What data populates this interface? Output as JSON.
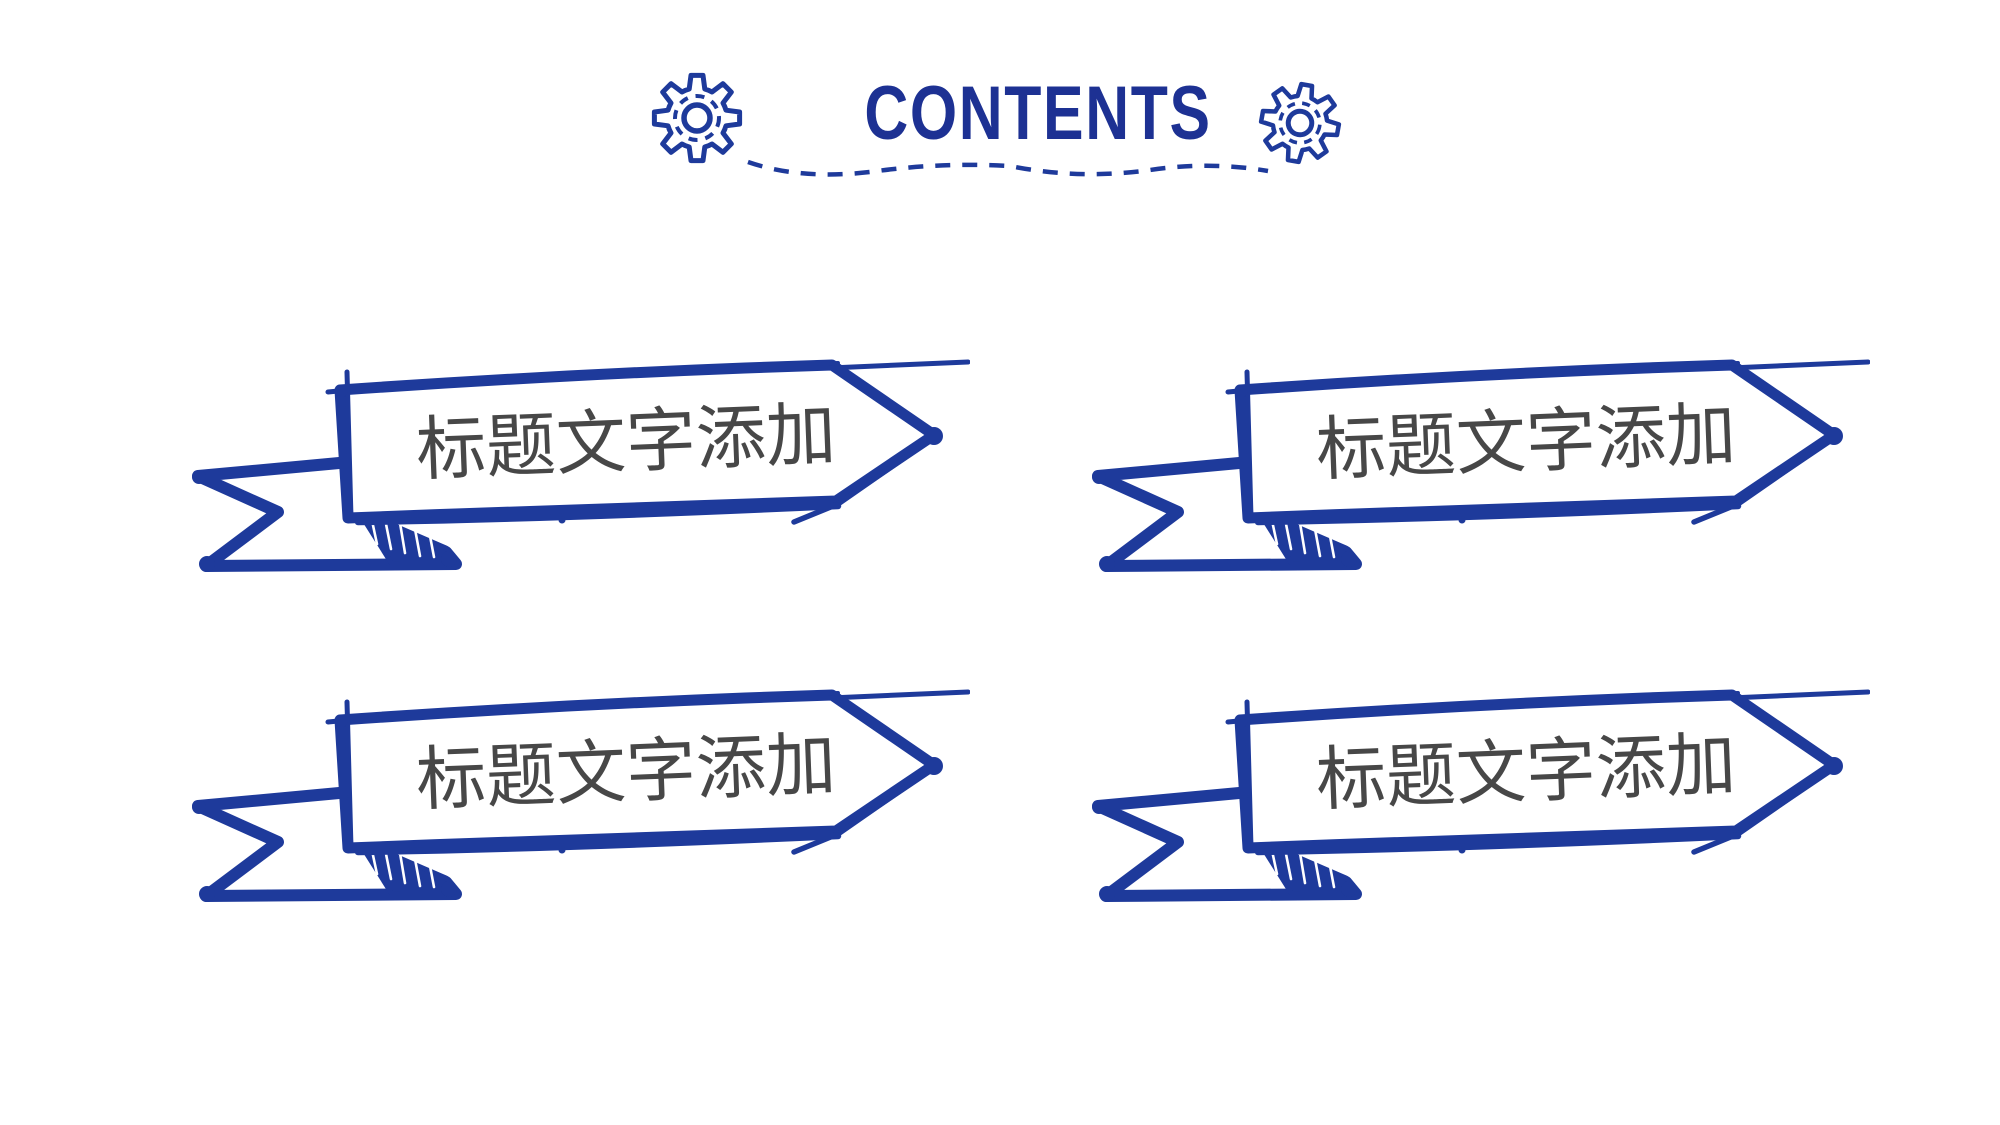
{
  "slide": {
    "background": "#ffffff",
    "type": "contents-slide"
  },
  "header": {
    "title": "CONTENTS",
    "title_color": "#1d3193",
    "gears": [
      {
        "icon": "gear-icon",
        "position": "left-of-title"
      },
      {
        "icon": "gear-icon",
        "position": "right-of-title"
      }
    ],
    "divider": {
      "style": "dashed-wave",
      "color": "#1e3a9b"
    }
  },
  "toc": {
    "ink_color": "#1e3a9b",
    "label_color": "#474747",
    "items": [
      {
        "label": "标题文字添加"
      },
      {
        "label": "标题文字添加"
      },
      {
        "label": "标题文字添加"
      },
      {
        "label": "标题文字添加"
      }
    ]
  }
}
